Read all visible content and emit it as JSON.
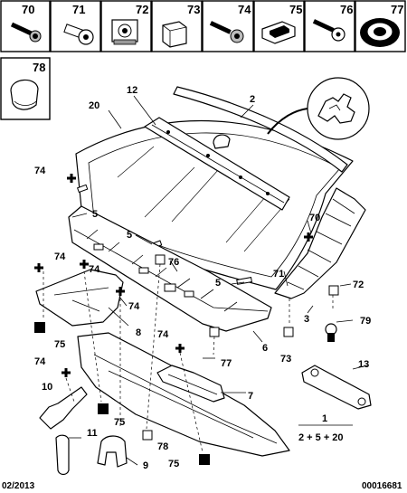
{
  "parts_top": [
    {
      "ref": "70",
      "icon": "screw-washer-icon"
    },
    {
      "ref": "71",
      "icon": "push-rivet-icon"
    },
    {
      "ref": "72",
      "icon": "nut-clip-icon"
    },
    {
      "ref": "73",
      "icon": "square-clip-icon"
    },
    {
      "ref": "74",
      "icon": "screw-washer-icon"
    },
    {
      "ref": "75",
      "icon": "rubber-grommet-icon"
    },
    {
      "ref": "76",
      "icon": "screw-clip-icon"
    },
    {
      "ref": "77",
      "icon": "blanking-plug-icon"
    }
  ],
  "parts_second": [
    {
      "ref": "78",
      "icon": "cap-clip-icon"
    }
  ],
  "labels": {
    "l12": "12",
    "l2": "2",
    "l20": "20",
    "l74a": "74",
    "l5a": "5",
    "l5b": "5",
    "l70": "70",
    "l74b": "74",
    "l74c": "74",
    "l76a": "76",
    "l6": "6",
    "l71": "71",
    "l72": "72",
    "l5c": "5",
    "l73": "73",
    "l3": "3",
    "l79": "79",
    "l74d": "74",
    "l75a": "75",
    "l8": "8",
    "l74e": "74",
    "l77": "77",
    "l74f": "74",
    "l10": "10",
    "l75b": "75",
    "l7": "7",
    "l13": "13",
    "l11": "11",
    "l9": "9",
    "l78": "78",
    "l75c": "75",
    "l1": "1",
    "formula": "2 + 5 + 20"
  },
  "footer": {
    "date": "02/2013",
    "code": "00016681"
  }
}
